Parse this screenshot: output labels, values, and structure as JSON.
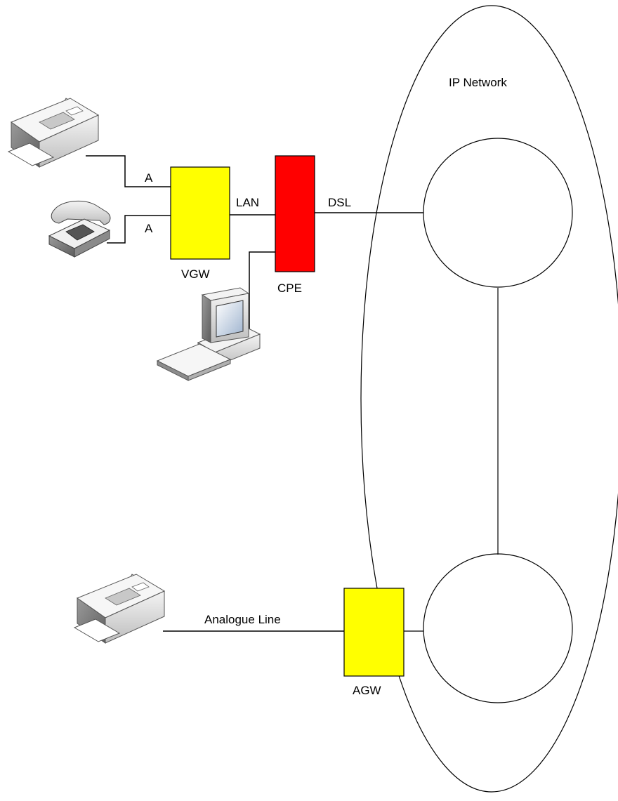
{
  "labels": {
    "network": "IP Network",
    "vgw": "VGW",
    "cpe": "CPE",
    "agw": "AGW",
    "lan": "LAN",
    "dsl": "DSL",
    "analog_a_fax": "A",
    "analog_a_phone": "A",
    "analogue_line": "Analogue Line"
  },
  "colors": {
    "gateway_fill": "#ffff00",
    "cpe_fill": "#ff0000",
    "line": "#000000",
    "device_body": "#e6e6e6",
    "device_shadow": "#9a9a9a"
  },
  "icons": [
    "fax-icon",
    "telephone-icon",
    "computer-icon"
  ]
}
